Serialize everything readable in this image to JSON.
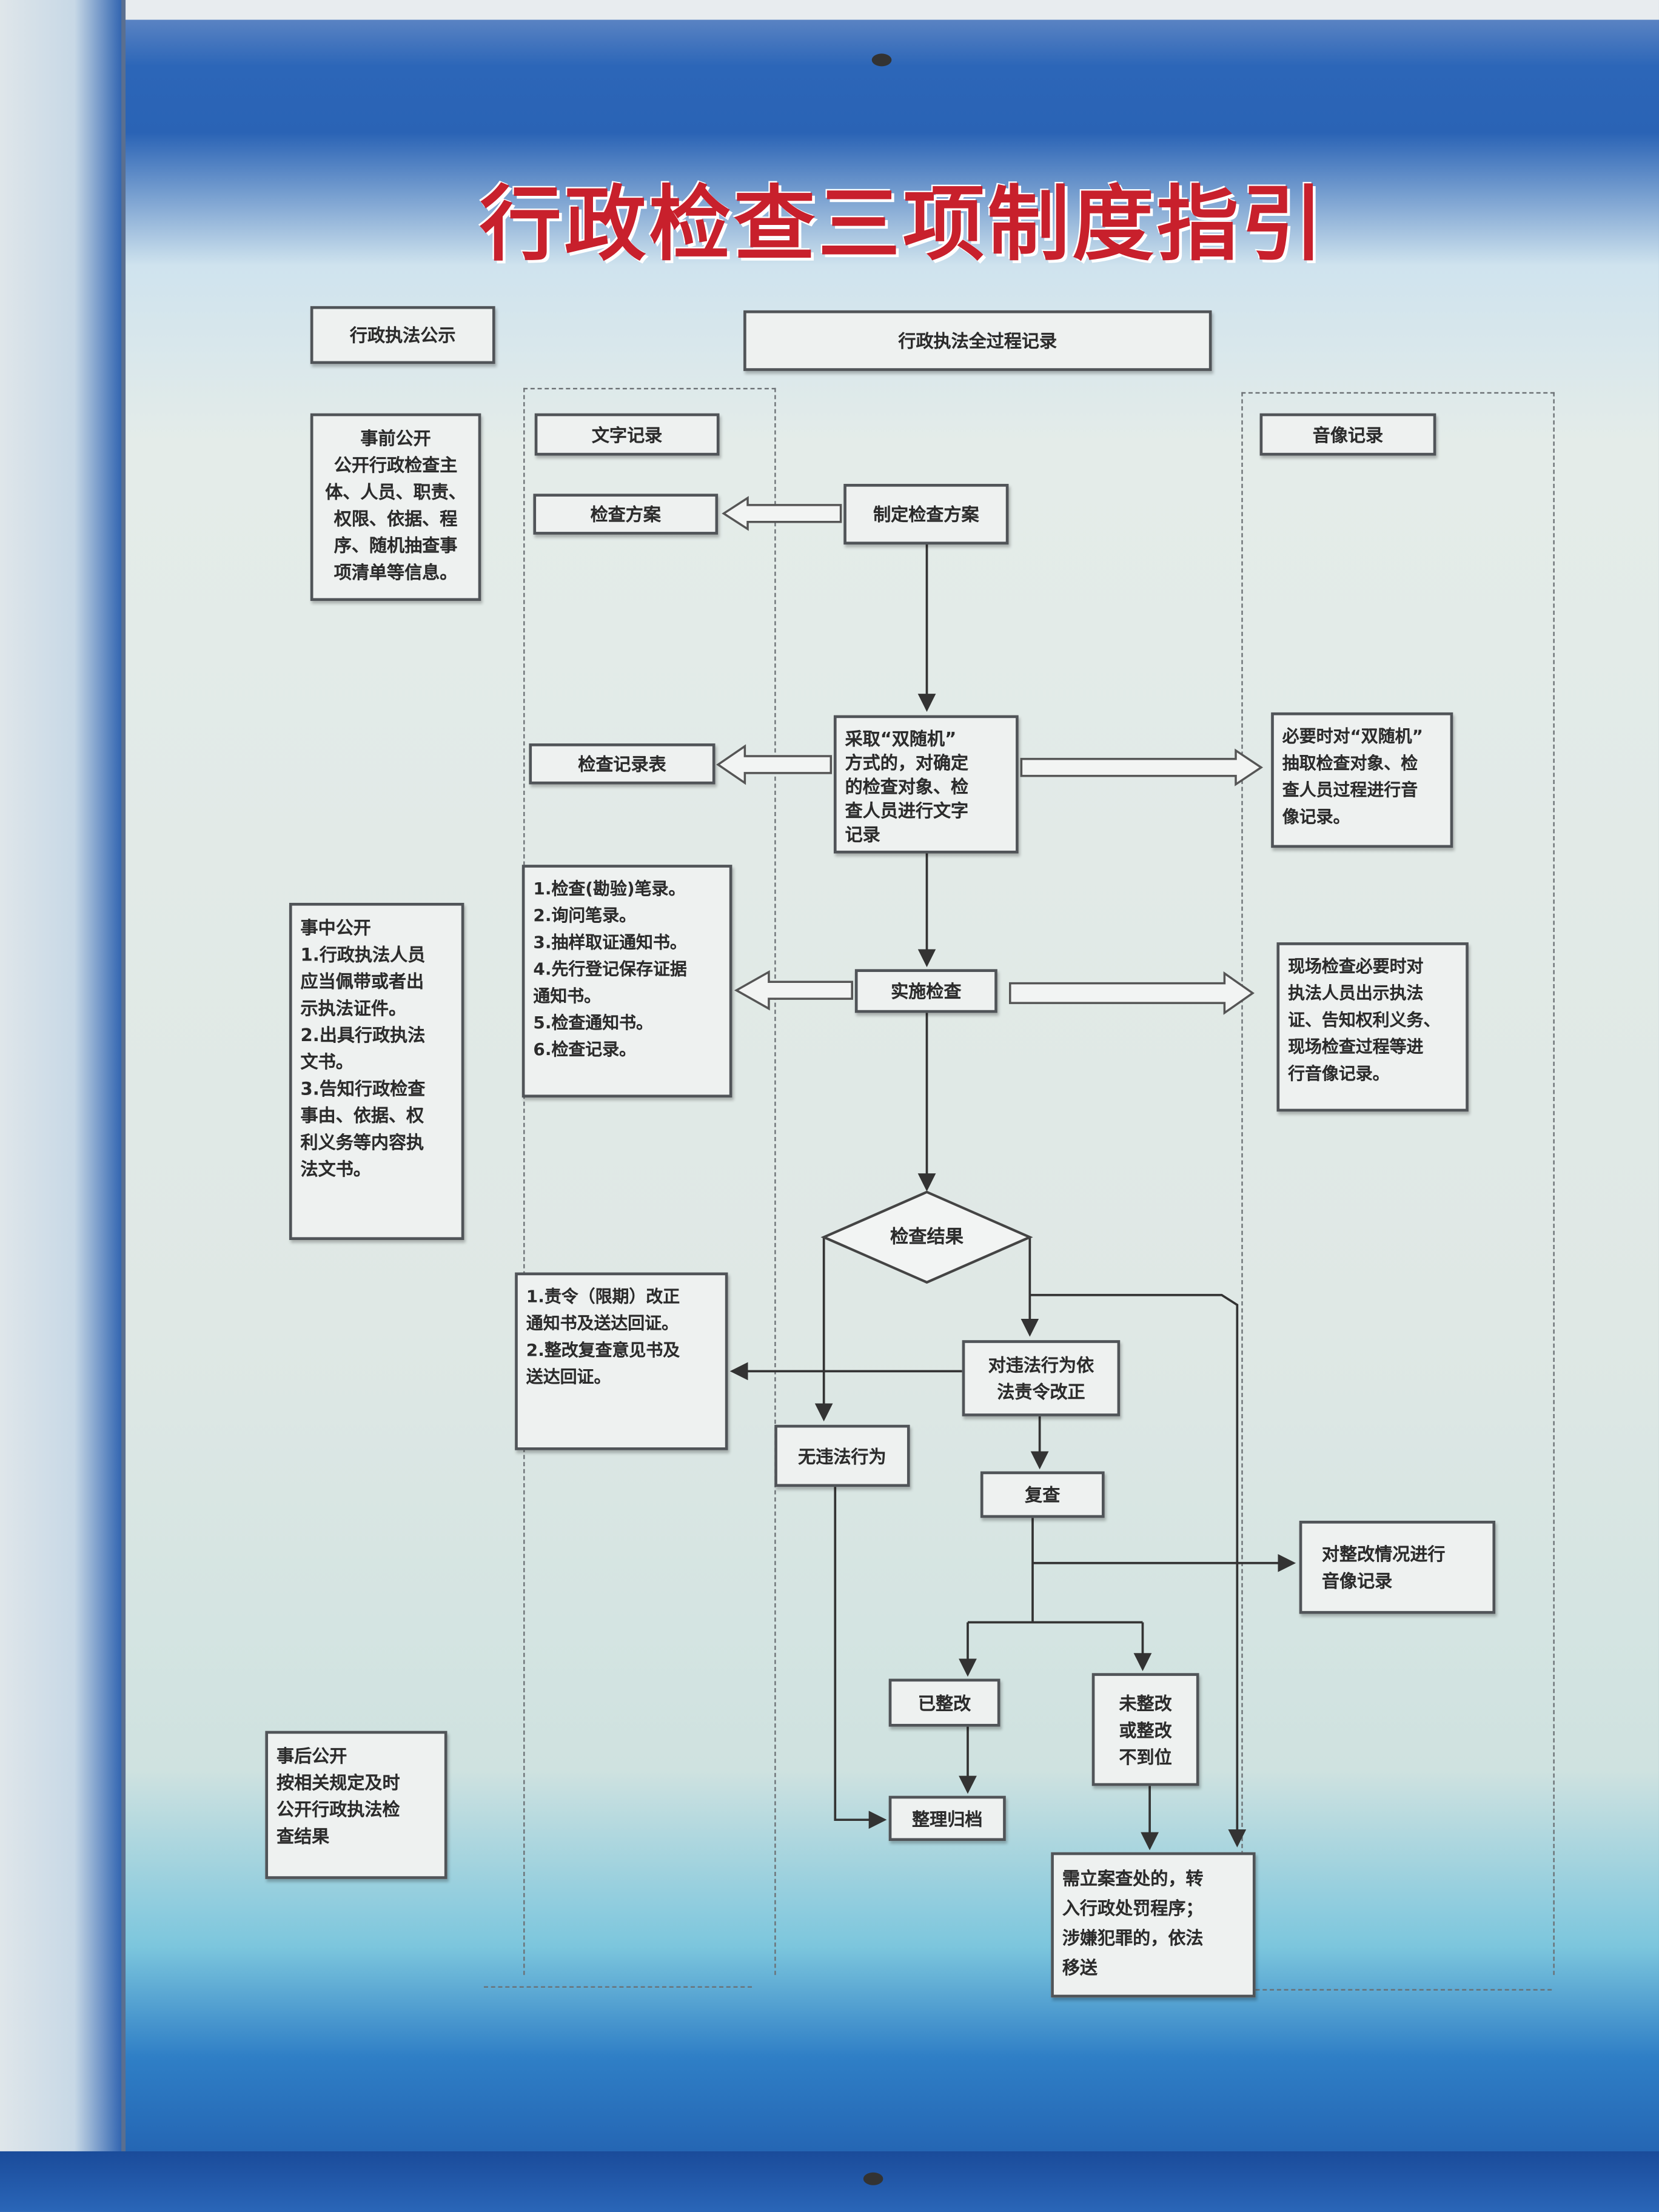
{
  "title": "行政检查三项制度指引",
  "headers": {
    "publicity": "行政执法公示",
    "full_record": "行政执法全过程记录",
    "text_record": "文字记录",
    "av_record": "音像记录"
  },
  "publicity": {
    "before": "事前公开\n公开行政检查主\n体、人员、职责、\n权限、依据、程\n序、随机抽查事\n项清单等信息。",
    "during": "事中公开\n1.行政执法人员\n应当佩带或者出\n示执法证件。\n2.出具行政执法\n文书。\n3.告知行政检查\n事由、依据、权\n利义务等内容执\n法文书。",
    "after": "事后公开\n按相关规定及时\n公开行政执法检\n查结果"
  },
  "text_column": {
    "plan": "检查方案",
    "record_form": "检查记录表",
    "documents": "1.检查(勘验)笔录。\n2.询问笔录。\n3.抽样取证通知书。\n4.先行登记保存证据\n通知书。\n5.检查通知书。\n6.检查记录。",
    "rectify_docs": "1.责令（限期）改正\n通知书及送达回证。\n2.整改复查意见书及\n送达回证。"
  },
  "flow": {
    "make_plan": "制定检查方案",
    "double_random": "采取“双随机”\n方式的，对确定\n的检查对象、检\n查人员进行文字\n记录",
    "implement": "实施检查",
    "result": "检查结果",
    "order_correct": "对违法行为依\n法责令改正",
    "no_violation": "无违法行为",
    "review": "复查",
    "rectified": "已整改",
    "not_rectified": "未整改\n或整改\n不到位",
    "archive": "整理归档",
    "transfer": "需立案查处的，转\n入行政处罚程序；\n涉嫌犯罪的，依法\n移送"
  },
  "av_column": {
    "double_random_av": "必要时对“双随机”\n抽取检查对象、检\n查人员过程进行音\n像记录。",
    "onsite_av": "现场检查必要时对\n执法人员出示执法\n证、告知权利义务、\n现场检查过程等进\n行音像记录。",
    "rectify_av": "对整改情况进行\n音像记录"
  },
  "colors": {
    "title": "#c8202c",
    "frame": "#1d4f9c"
  }
}
